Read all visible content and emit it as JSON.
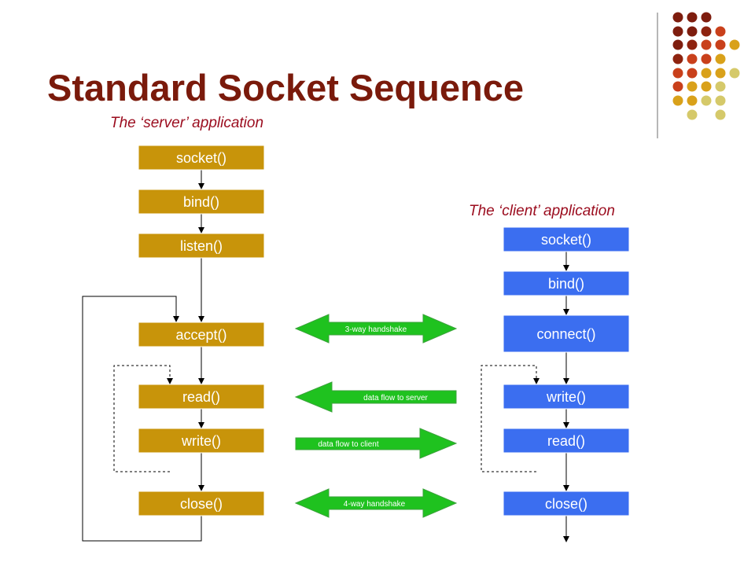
{
  "slide": {
    "title": "Standard Socket Sequence",
    "server_caption": "The ‘server’ application",
    "client_caption": "The ‘client’ application"
  },
  "server": {
    "socket": "socket()",
    "bind": "bind()",
    "listen": "listen()",
    "accept": "accept()",
    "read": "read()",
    "write": "write()",
    "close": "close()"
  },
  "client": {
    "socket": "socket()",
    "bind": "bind()",
    "connect": "connect()",
    "write": "write()",
    "read": "read()",
    "close": "close()"
  },
  "arrows": {
    "handshake3": "3-way handshake",
    "to_server": "data flow to server",
    "to_client": "data flow to client",
    "handshake4": "4-way handshake"
  },
  "colors": {
    "server_box": "#c8940a",
    "client_box": "#3b6ef0",
    "flow_arrow": "#1fc21f",
    "title": "#7a1a0b",
    "caption": "#9b0c1e"
  }
}
